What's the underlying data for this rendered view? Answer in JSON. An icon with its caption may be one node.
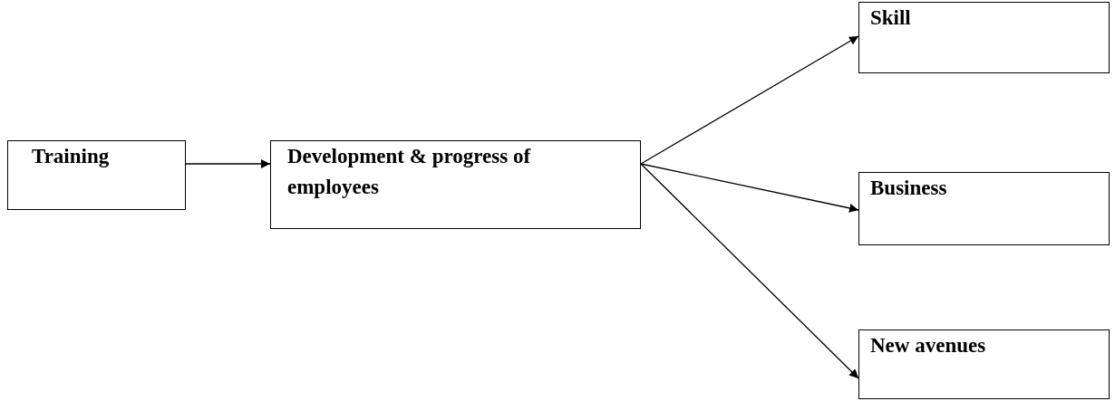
{
  "diagram": {
    "nodes": [
      {
        "text": [
          "Training"
        ]
      },
      {
        "text": [
          "Development & progress of employees"
        ]
      },
      {
        "text": [
          "Skill"
        ]
      },
      {
        "text": [
          "Business"
        ]
      },
      {
        "text": [
          "New avenues"
        ]
      }
    ],
    "edges": [
      {
        "from": 0,
        "to": 1,
        "arrow": "to"
      },
      {
        "from": 1,
        "to": 2,
        "arrow": "to"
      },
      {
        "from": 1,
        "to": 3,
        "arrow": "to"
      },
      {
        "from": 1,
        "to": 4,
        "arrow": "to"
      }
    ]
  }
}
